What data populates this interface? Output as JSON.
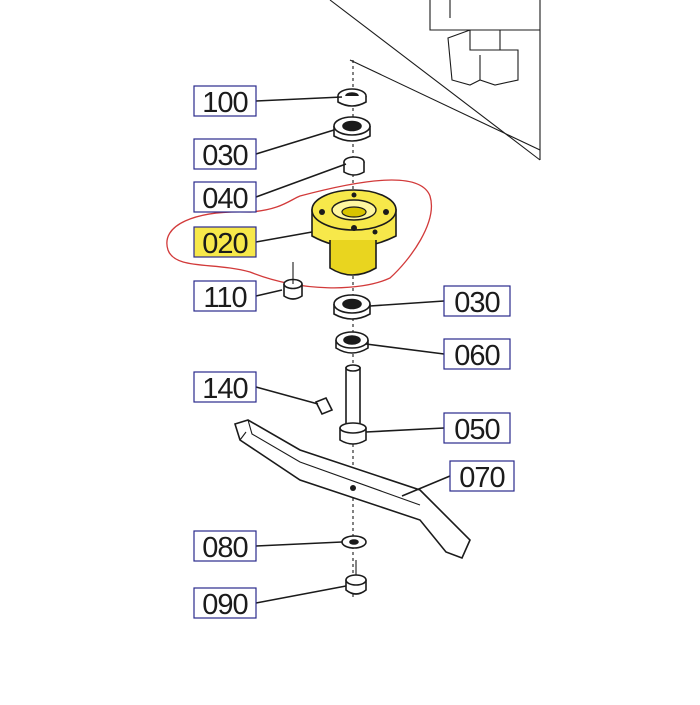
{
  "colors": {
    "highlight": "#f7e84a",
    "highlight_dark": "#d9c400",
    "outline": "#d23a3a",
    "label_border": "#2a2a8c",
    "ink": "#1b1b1b"
  },
  "callouts": {
    "c100": "100",
    "c030_top": "030",
    "c040": "040",
    "c020": "020",
    "c110": "110",
    "c030_mid": "030",
    "c060": "060",
    "c140": "140",
    "c050": "050",
    "c070": "070",
    "c080": "080",
    "c090": "090"
  },
  "highlighted_part": "020"
}
